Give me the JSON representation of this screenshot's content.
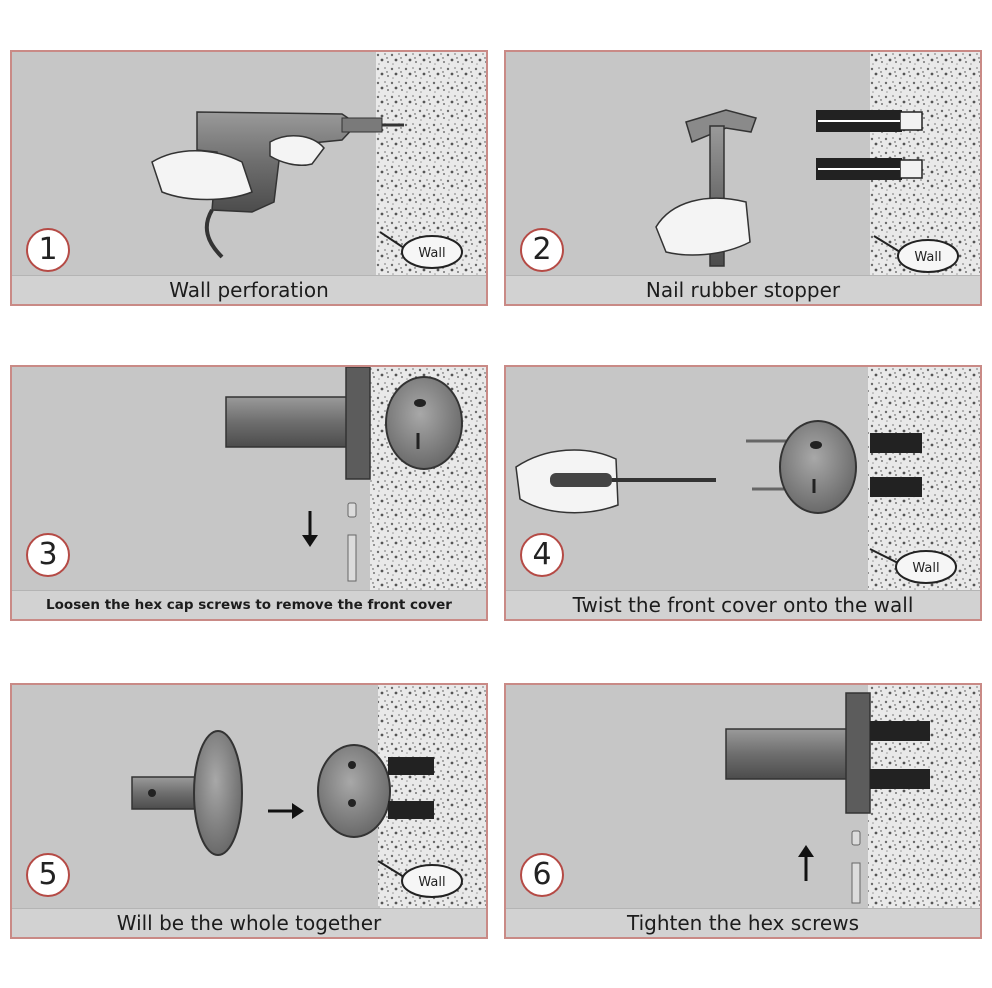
{
  "steps": [
    {
      "number": "1",
      "caption": "Wall perforation",
      "wall_label": "Wall"
    },
    {
      "number": "2",
      "caption": "Nail rubber stopper",
      "wall_label": "Wall"
    },
    {
      "number": "3",
      "caption": "Loosen the hex cap screws to remove the front cover"
    },
    {
      "number": "4",
      "caption": "Twist the front cover onto the wall",
      "wall_label": "Wall"
    },
    {
      "number": "5",
      "caption": "Will be the whole together",
      "wall_label": "Wall"
    },
    {
      "number": "6",
      "caption": "Tighten the hex screws"
    }
  ],
  "colors": {
    "panel_border": "#c98a86",
    "panel_bg": "#c6c6c6",
    "step_circle": "#b54a45",
    "metal": "#7c7c7c"
  },
  "icons": [
    "drill-icon",
    "hammer-icon",
    "screwdriver-icon",
    "wall-label-bubble-icon",
    "arrow-down-icon",
    "arrow-right-icon",
    "arrow-up-icon"
  ]
}
